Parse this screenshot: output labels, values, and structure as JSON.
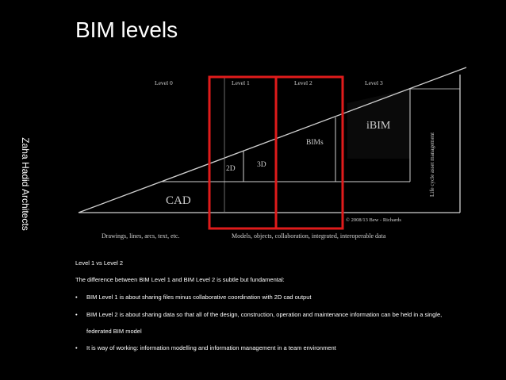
{
  "sidebar": {
    "label": "Zaha Hadid Architects"
  },
  "slide": {
    "title": "BIM levels"
  },
  "diagram": {
    "levels": [
      "Level 0",
      "Level 1",
      "Level 2",
      "Level 3"
    ],
    "regions": {
      "cad": "CAD",
      "d2": "2D",
      "d3": "3D",
      "bims": "BIMs",
      "ibim": "iBIM"
    },
    "side_label": "Life cycle asset management",
    "copyright": "© 2008/13 Bew - Richards",
    "bottom_left": "Drawings, lines, arcs, text, etc.",
    "bottom_right": "Models, objects, collaboration, integrated, interoperable data",
    "highlight_color": "#e01b1b"
  },
  "notes": {
    "heading": "Level 1   vs   Level 2",
    "intro": "The difference between BIM Level 1 and BIM Level 2 is subtle but fundamental:",
    "bullets": [
      "BIM Level 1 is about sharing files minus collaborative coordination with 2D cad output",
      "BIM Level 2 is about sharing data so that all of the design, construction, operation and maintenance information can be held in a single,",
      "federated BIM model",
      "It is way of working: information modelling and information management in a team environment"
    ],
    "bullet_glyph": "•"
  }
}
